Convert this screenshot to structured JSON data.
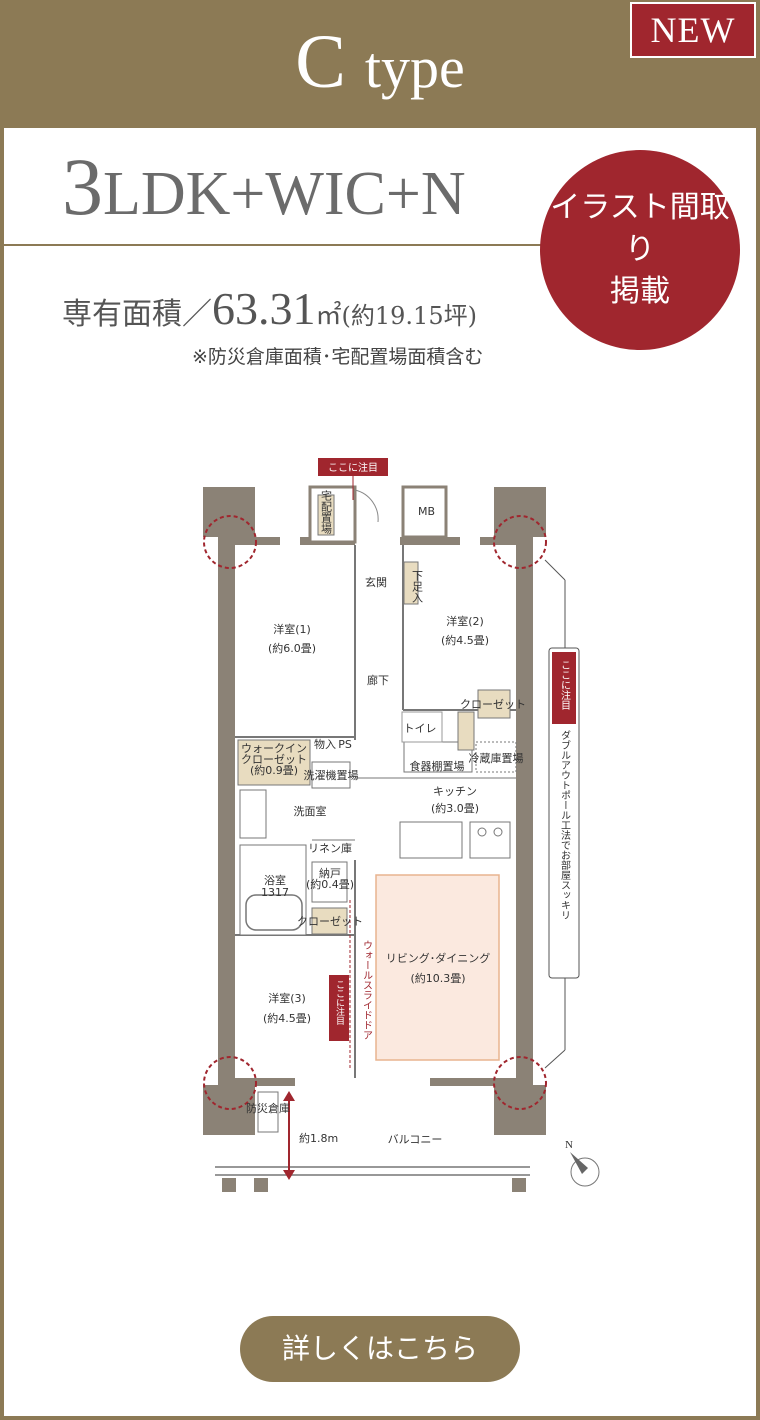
{
  "header": {
    "type_letter": "C",
    "type_word": "type",
    "new_badge": "NEW"
  },
  "plan": {
    "prefix": "3",
    "name": "LDK+WIC+N",
    "badge_line1": "イラスト間取り",
    "badge_line2": "掲載",
    "area_label": "専有面積／",
    "area_value": "63.31",
    "area_unit": "㎡",
    "area_tsubo": "(約19.15坪)",
    "area_note": "※防災倉庫面積･宅配置場面積含む"
  },
  "floorplan": {
    "rooms": {
      "western1_name": "洋室(1)",
      "western1_size": "(約6.0畳)",
      "western2_name": "洋室(2)",
      "western2_size": "(約4.5畳)",
      "western3_name": "洋室(3)",
      "western3_size": "(約4.5畳)",
      "entrance": "玄関",
      "hallway": "廊下",
      "toilet": "トイレ",
      "walkin_line1": "ウォークイン",
      "walkin_line2": "クローゼット",
      "walkin_size": "(約0.9畳)",
      "washroom": "洗面室",
      "bathroom": "浴室",
      "bathroom_size": "1317",
      "kitchen": "キッチン",
      "kitchen_size": "(約3.0畳)",
      "living": "リビング･ダイニング",
      "living_size": "(約10.3畳)",
      "balcony": "バルコニー",
      "closet": "クローゼット",
      "nando": "納戸",
      "nando_size": "(約0.4畳)",
      "linen": "リネン庫",
      "storage": "物入",
      "ps": "PS",
      "mb": "MB",
      "shoe": "下足入",
      "pantry": "食器棚置場",
      "fridge": "冷蔵庫置場",
      "laundry": "洗濯機置場",
      "delivery": "宅配置場",
      "disaster": "防災倉庫"
    },
    "callout_top": "ここに注目",
    "callout_side": "ここに注目",
    "callout_door": "ここに注目",
    "wall_slide": "ウォールスライドドア",
    "dual_pole": "ダブルアウトポール工法でお部屋スッキリ",
    "depth": "約1.8m",
    "compass_n": "N"
  },
  "cta": {
    "label": "詳しくはこちら"
  },
  "colors": {
    "gold": "#8c7a55",
    "red": "#a0262e",
    "wall": "#8b8276",
    "living_fill": "#fbe9df"
  }
}
